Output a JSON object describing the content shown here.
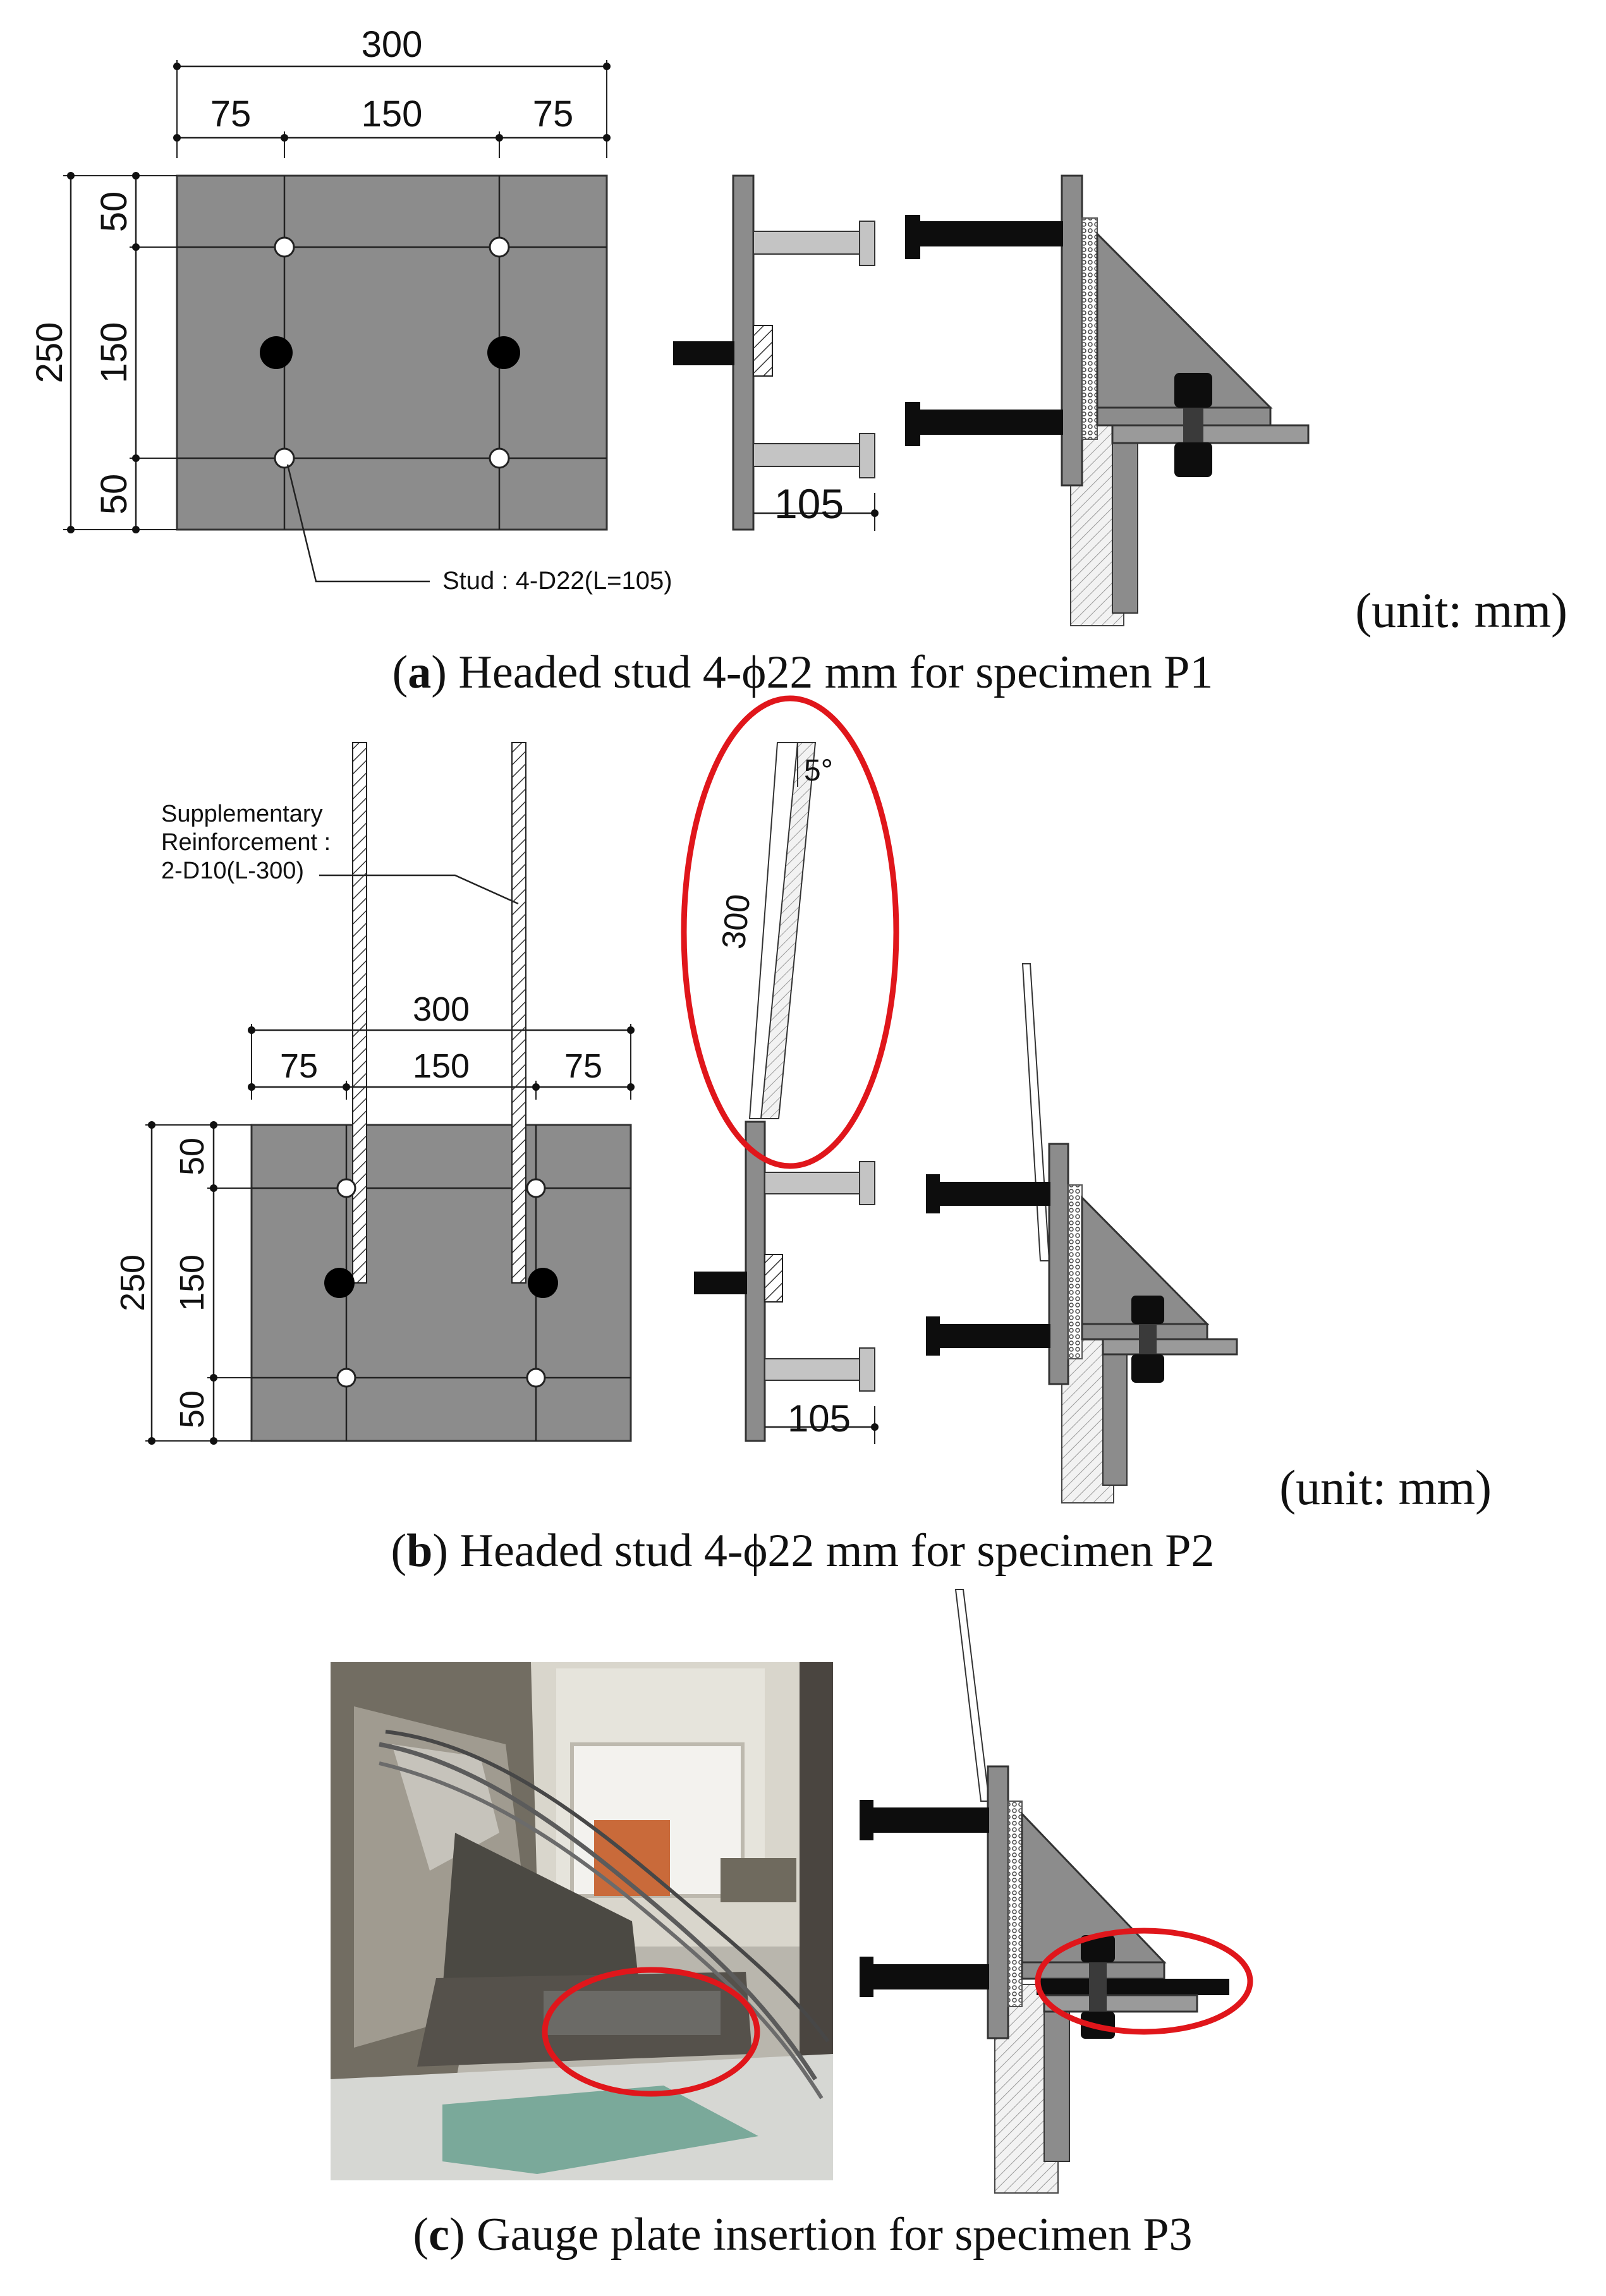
{
  "panels": [
    {
      "caption_letter": "a",
      "caption_text": ") Headed stud 4-ϕ22 mm for specimen P1",
      "unit": "(unit: mm)",
      "plan_dims": {
        "total_width": "300",
        "left": "75",
        "middle": "150",
        "right": "75",
        "total_height": "250",
        "top": "50",
        "center": "150",
        "bottom": "50"
      },
      "stud_callout": "Stud : 4-D22(L=105)",
      "stud_length": "105"
    },
    {
      "caption_letter": "b",
      "caption_text": ") Headed stud 4-ϕ22 mm for specimen P2",
      "unit": "(unit: mm)",
      "plan_dims": {
        "total_width": "300",
        "left": "75",
        "middle": "150",
        "right": "75",
        "total_height": "250",
        "top": "50",
        "center": "150",
        "bottom": "50"
      },
      "rebar_callout": [
        "Supplementary",
        "Reinforcement :",
        "2-D10(L-300)"
      ],
      "rebar_length": "300",
      "rebar_angle": "5°",
      "stud_length": "105"
    },
    {
      "caption_letter": "c",
      "caption_text": ") Gauge plate insertion for specimen P3"
    }
  ],
  "colors": {
    "plate": "#8c8c8c",
    "stud": "#0d0d0d",
    "highlight": "#e0161b",
    "light_plate": "#c4c4c4"
  }
}
